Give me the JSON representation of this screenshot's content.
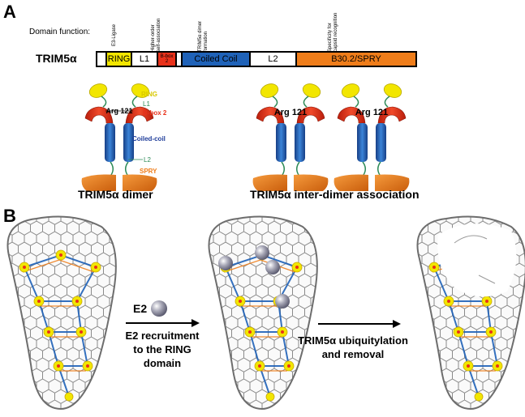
{
  "panel_a": {
    "letter": "A",
    "domain_function_label": "Domain function:",
    "protein_name": "TRIM5α",
    "functions": [
      {
        "text": "E3-Ligase"
      },
      {
        "text": "Higher-order self-association"
      },
      {
        "text": "TRIM5α dimer formation"
      },
      {
        "text": "Specificity for capsid recognition"
      }
    ],
    "domains": {
      "ring": "RING",
      "l1": "L1",
      "bbox": "B-box 2",
      "coiled_coil": "Coiled Coil",
      "l2": "L2",
      "spry": "B30.2/SPRY"
    },
    "dimer_labels": {
      "ring": "RING",
      "l1": "L1",
      "bbox": "B-box 2",
      "arg": "Arg 121",
      "coiled": "Coiled-coil",
      "l2": "L2",
      "spry": "SPRY"
    },
    "caption_dimer": "TRIM5α dimer",
    "caption_interdimer": "TRIM5α inter-dimer association",
    "colors": {
      "ring": "#f2e600",
      "bbox": "#e8311a",
      "coiled": "#1f62b8",
      "spry": "#ef7d1a",
      "linker": "#2e8b57"
    }
  },
  "panel_b": {
    "letter": "B",
    "e2_label": "E2",
    "step1_label": "E2 recruitment to the RING domain",
    "step1_lines": [
      "E2 recruitment",
      "to the RING",
      "domain"
    ],
    "step2_lines": [
      "TRIM5α ubiquitylation",
      "and removal"
    ]
  }
}
